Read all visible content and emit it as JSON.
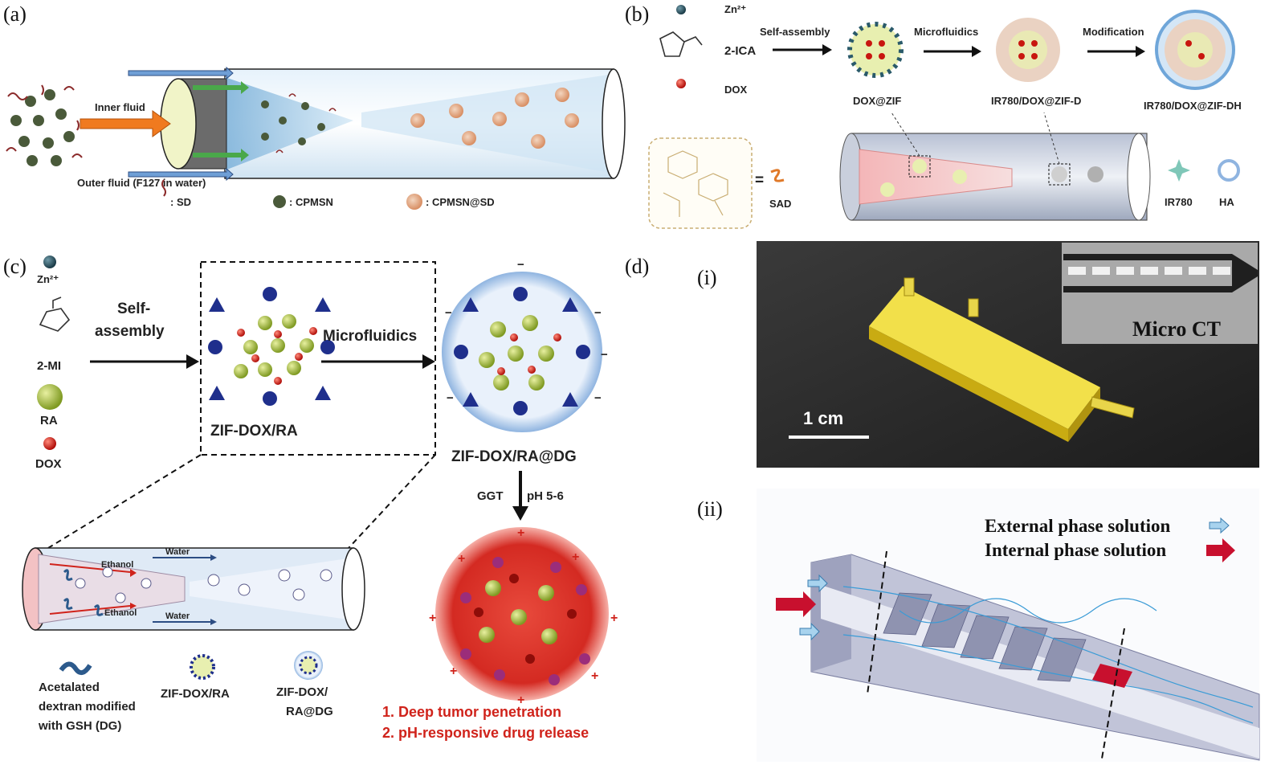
{
  "panels": {
    "a": {
      "tag": "(a)",
      "inner_fluid": "Inner fluid",
      "outer_fluid": "Outer fluid (F127 in water)",
      "legend": [
        ": SD",
        ": CPMSN",
        ": CPMSN@SD"
      ]
    },
    "b": {
      "tag": "(b)",
      "reagents": [
        "Zn²⁺",
        "2-ICA",
        "DOX"
      ],
      "steps": [
        "Self-assembly",
        "Microfluidics",
        "Modification"
      ],
      "products": [
        "DOX@ZIF",
        "IR780/DOX@ZIF-D",
        "IR780/DOX@ZIF-DH"
      ],
      "sad": "SAD",
      "ir780": "IR780",
      "ha": "HA"
    },
    "c": {
      "tag": "(c)",
      "reagents": [
        "Zn²⁺",
        "2-MI",
        "RA",
        "DOX"
      ],
      "step1": [
        "Self-",
        "assembly"
      ],
      "step2": "Microfluidics",
      "product1": "ZIF-DOX/RA",
      "product2": "ZIF-DOX/RA@DG",
      "trigger_left": "GGT",
      "trigger_right": "pH 5-6",
      "ethanol": "Ethanol",
      "water": "Water",
      "legend_dg": [
        "Acetalated",
        "dextran modified",
        "with GSH (DG)"
      ],
      "legend_zif": "ZIF-DOX/RA",
      "legend_zifdg": [
        "ZIF-DOX/",
        "RA@DG"
      ],
      "outcomes": [
        "1.  Deep tumor penetration",
        "2.  pH-responsive drug release"
      ]
    },
    "d": {
      "tag": "(d)",
      "sub_i": "(i)",
      "sub_ii": "(ii)",
      "scale": "1 cm",
      "micro_ct": "Micro CT",
      "external": "External phase solution",
      "internal": "Internal phase solution"
    }
  },
  "colors": {
    "capillary_blue": "#bcd9ee",
    "arrow_orange": "#f07a1f",
    "arrow_green": "#3aa23a",
    "zif_blue": "#1f2f8c",
    "dox_red": "#c8160f",
    "ra_green": "#9cb437",
    "photo_bg": "#2c2c2c",
    "chip_yellow": "#e8cf2a",
    "red_text": "#d0231b"
  }
}
